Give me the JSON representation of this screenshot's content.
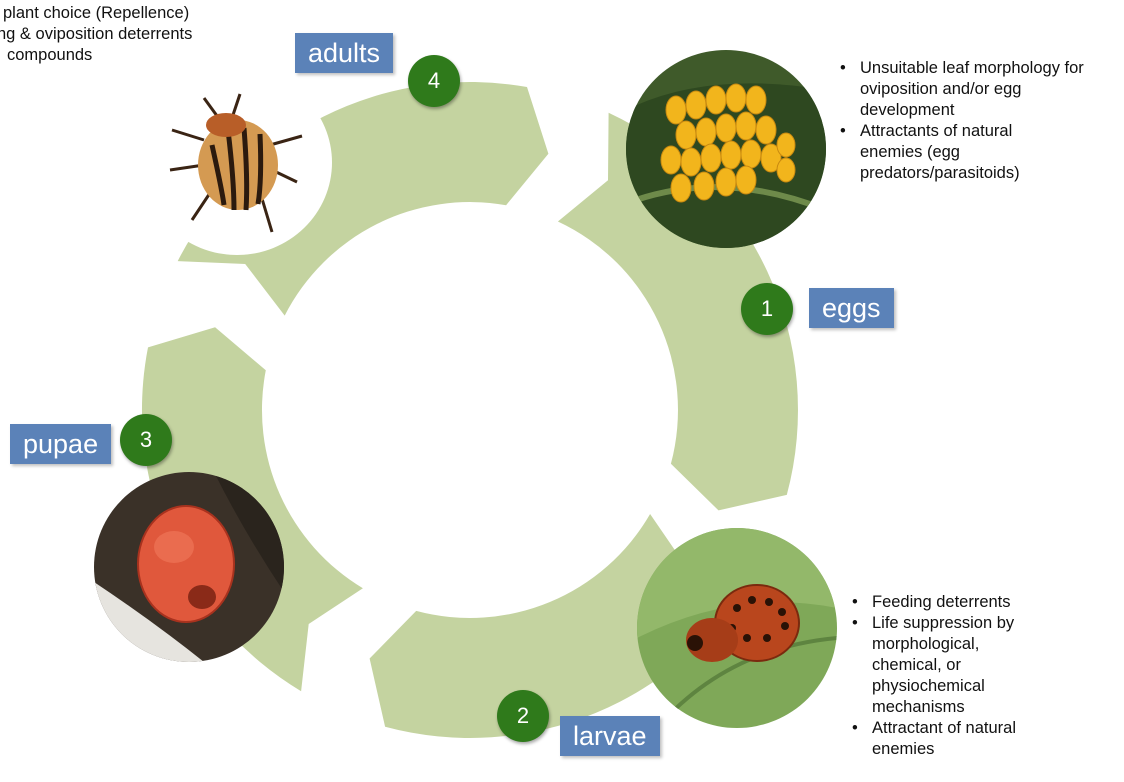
{
  "stages": {
    "eggs": {
      "label": "eggs",
      "number": "1"
    },
    "larvae": {
      "label": "larvae",
      "number": "2"
    },
    "pupae": {
      "label": "pupae",
      "number": "3"
    },
    "adults": {
      "label": "adults",
      "number": "4"
    }
  },
  "notes": {
    "adults": [
      "plant choice (Repellence)",
      "ng & oviposition deterrents",
      "compounds"
    ],
    "eggs": [
      "Unsuitable leaf morphology for oviposition and/or egg development",
      "Attractants of natural enemies (egg predators/parasitoids)"
    ],
    "larvae": [
      "Feeding deterrents",
      "Life suppression by morphological, chemical, or physiochemical mechanisms",
      "Attractant of natural enemies"
    ]
  },
  "photos": {
    "eggs": "egg-cluster-photo",
    "larvae": "larva-photo",
    "pupae": "pupa-photo",
    "adults": "beetle-photo"
  },
  "colors": {
    "ring": "#c4d3a0",
    "badge": "#2f7a1b",
    "label": "#5b82b8"
  }
}
